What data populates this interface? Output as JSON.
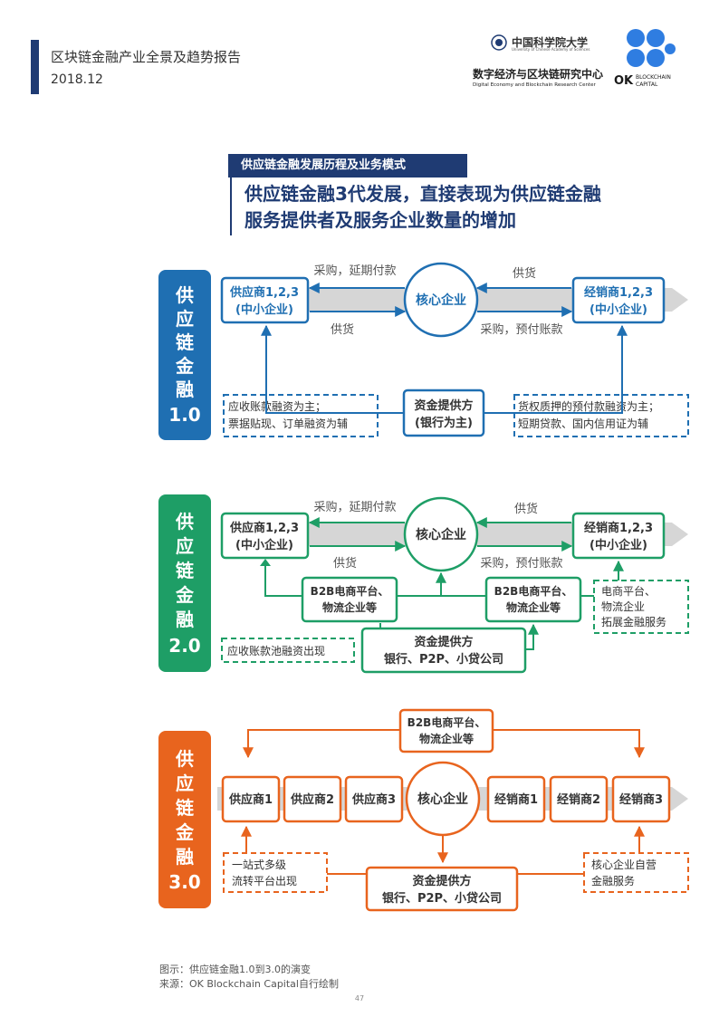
{
  "header": {
    "title": "区块链金融产业全景及趋势报告",
    "date": "2018.12",
    "cas_name": "中国科学院大学",
    "cas_sub": "University of Chinese Academy of Sciences",
    "center_name": "数字经济与区块链研究中心",
    "center_en": "Digital Economy and Blockchain Research Center",
    "okc_main": "OK",
    "okc_sub": [
      "BLOCKCHAIN",
      "CAPITAL"
    ]
  },
  "section": {
    "tag": "供应链金融发展历程及业务模式",
    "headline": [
      "供应链金融3代发展，直接表现为供应链金融",
      "服务提供者及服务企业数量的增加"
    ]
  },
  "colors": {
    "v1": "#1f6fb2",
    "v2": "#1e9e66",
    "v3": "#e8641e",
    "navy": "#1f3b73",
    "band": "#d6d6d6"
  },
  "gen1": {
    "label": [
      "供",
      "应",
      "链",
      "金",
      "融",
      "1.0"
    ],
    "supplier": [
      "供应商1,2,3",
      "(中小企业)"
    ],
    "core": "核心企业",
    "dealer": [
      "经销商1,2,3",
      "(中小企业)"
    ],
    "top_left": "采购，延期付款",
    "top_right": "供货",
    "bottom_left": "供货",
    "bottom_right": "采购，预付账款",
    "fund": [
      "资金提供方",
      "(银行为主)"
    ],
    "left_note": [
      "应收账款融资为主；",
      "票据贴现、订单融资为辅"
    ],
    "right_note": [
      "货权质押的预付款融资为主；",
      "短期贷款、国内信用证为辅"
    ]
  },
  "gen2": {
    "label": [
      "供",
      "应",
      "链",
      "金",
      "融",
      "2.0"
    ],
    "supplier": [
      "供应商1,2,3",
      "(中小企业)"
    ],
    "core": "核心企业",
    "dealer": [
      "经销商1,2,3",
      "(中小企业)"
    ],
    "top_left": "采购，延期付款",
    "top_right": "供货",
    "bottom_left": "供货",
    "bottom_right": "采购，预付账款",
    "b2b_left": [
      "B2B电商平台、",
      "物流企业等"
    ],
    "b2b_right": [
      "B2B电商平台、",
      "物流企业等"
    ],
    "fund": [
      "资金提供方",
      "银行、P2P、小贷公司"
    ],
    "left_note": "应收账款池融资出现",
    "right_note": [
      "电商平台、",
      "物流企业",
      "拓展金融服务"
    ]
  },
  "gen3": {
    "label": [
      "供",
      "应",
      "链",
      "金",
      "融",
      "3.0"
    ],
    "b2b": [
      "B2B电商平台、",
      "物流企业等"
    ],
    "suppliers": [
      "供应商1",
      "供应商2",
      "供应商3"
    ],
    "core": "核心企业",
    "dealers": [
      "经销商1",
      "经销商2",
      "经销商3"
    ],
    "fund": [
      "资金提供方",
      "银行、P2P、小贷公司"
    ],
    "left_note": [
      "一站式多级",
      "流转平台出现"
    ],
    "right_note": [
      "核心企业自营",
      "金融服务"
    ]
  },
  "footer": {
    "caption1": "图示：供应链金融1.0到3.0的演变",
    "caption2": "来源：OK Blockchain Capital自行绘制",
    "page": "47"
  }
}
